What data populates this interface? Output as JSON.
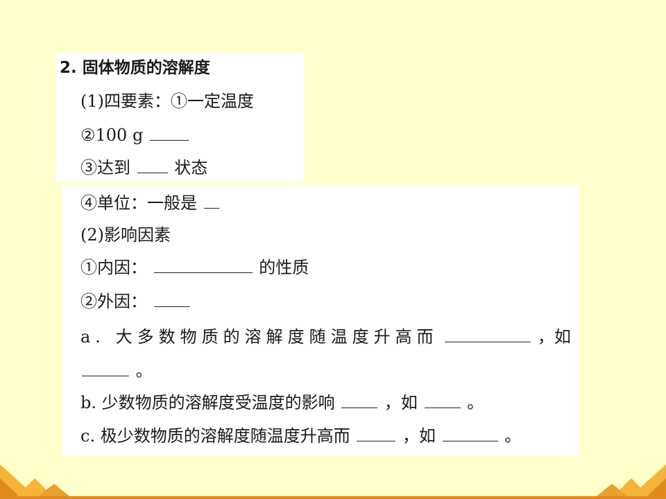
{
  "content": {
    "title": "2. 固体物质的溶解度",
    "l1": "(1)四要素：①一定温度",
    "l2_pre": "②100 g",
    "l3_pre": "③达到",
    "l3_post": "状态",
    "l4_pre": "④单位：一般是",
    "l5": "(2)影响因素",
    "l6_pre": "①内因：",
    "l6_post": "的性质",
    "l7_pre": "②外因：",
    "l8_pre": "a. 大多数物质的溶解度随温度升高而",
    "l8_post": "，如",
    "l9_post": "。",
    "l10_pre": "b. 少数物质的溶解度受温度的影响",
    "l10_mid": "，如",
    "l10_post": "。",
    "l11_pre": "c. 极少数物质的溶解度随温度升高而",
    "l11_mid": "，如",
    "l11_post": "。"
  },
  "colors": {
    "background": "#FFFFCC",
    "panel": "#FFFFFF",
    "accent_orange": "#E08A1E"
  }
}
